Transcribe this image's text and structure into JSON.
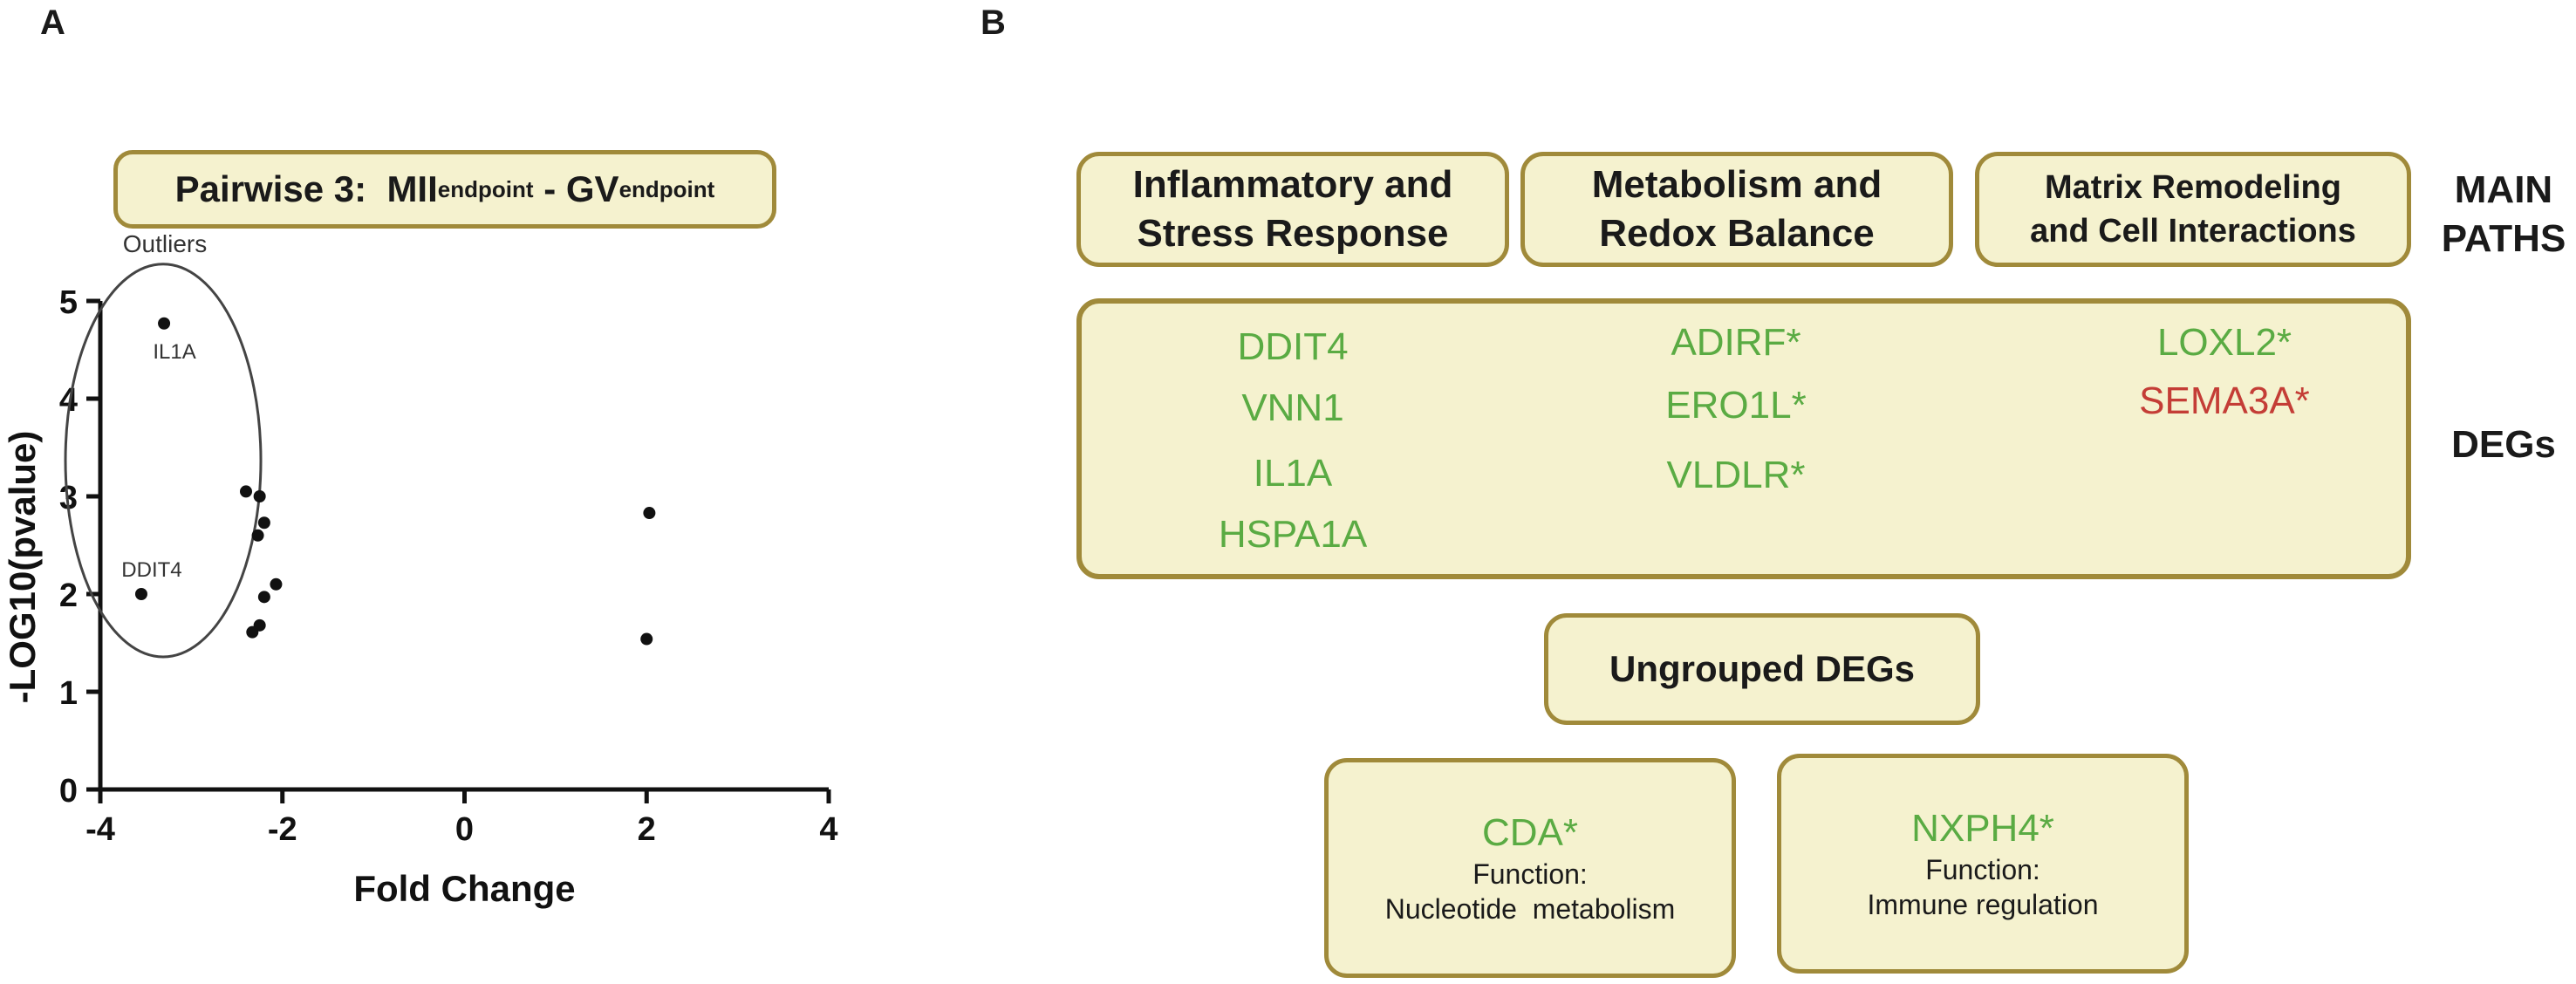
{
  "panel_a": {
    "letter": "A"
  },
  "panel_b": {
    "letter": "B"
  },
  "chart_data": {
    "type": "scatter",
    "title": "Pairwise 3:  MIIendpoint - GVendpoint",
    "title_parts": {
      "prefix": "Pairwise 3:  MII",
      "sub1": "endpoint",
      "mid": " - GV",
      "sub2": "endpoint"
    },
    "xlabel": "Fold Change",
    "ylabel": "-LOG10(pvalue)",
    "xlim": [
      -4,
      4
    ],
    "ylim": [
      0,
      5
    ],
    "xticks": [
      "-4",
      "-2",
      "0",
      "2",
      "4"
    ],
    "yticks": [
      "0",
      "1",
      "2",
      "3",
      "4",
      "5"
    ],
    "grid": false,
    "points": [
      {
        "x": -3.3,
        "y": 4.77,
        "label": "IL1A"
      },
      {
        "x": -3.55,
        "y": 2.0,
        "label": "DDIT4"
      },
      {
        "x": -2.4,
        "y": 3.05,
        "label": ""
      },
      {
        "x": -2.25,
        "y": 3.0,
        "label": ""
      },
      {
        "x": -2.2,
        "y": 2.73,
        "label": ""
      },
      {
        "x": -2.27,
        "y": 2.6,
        "label": ""
      },
      {
        "x": -2.07,
        "y": 2.1,
        "label": ""
      },
      {
        "x": -2.2,
        "y": 1.97,
        "label": ""
      },
      {
        "x": -2.25,
        "y": 1.68,
        "label": ""
      },
      {
        "x": -2.33,
        "y": 1.61,
        "label": ""
      },
      {
        "x": 2.03,
        "y": 2.83,
        "label": ""
      },
      {
        "x": 2.0,
        "y": 1.54,
        "label": ""
      }
    ],
    "annotations": [
      "Outliers"
    ]
  },
  "paths": {
    "side_label": "MAIN\nPATHS",
    "items": [
      {
        "title": "Inflammatory and\nStress Response"
      },
      {
        "title": "Metabolism and\nRedox Balance"
      },
      {
        "title": "Matrix Remodeling\nand Cell Interactions"
      }
    ]
  },
  "degs": {
    "side_label": "DEGs",
    "colors": {
      "up": "#5aab43",
      "down": "#c43d36"
    },
    "columns": [
      [
        "DDIT4",
        "VNN1",
        "IL1A",
        "HSPA1A"
      ],
      [
        "ADIRF*",
        "ERO1L*",
        "VLDLR*"
      ],
      [
        "LOXL2*",
        "SEMA3A*"
      ]
    ]
  },
  "ungrouped": {
    "title": "Ungrouped DEGs",
    "items": [
      {
        "name": "CDA*",
        "function_label": "Function:",
        "function": "Nucleotide  metabolism"
      },
      {
        "name": "NXPH4*",
        "function_label": "Function:",
        "function": "Immune regulation"
      }
    ]
  }
}
